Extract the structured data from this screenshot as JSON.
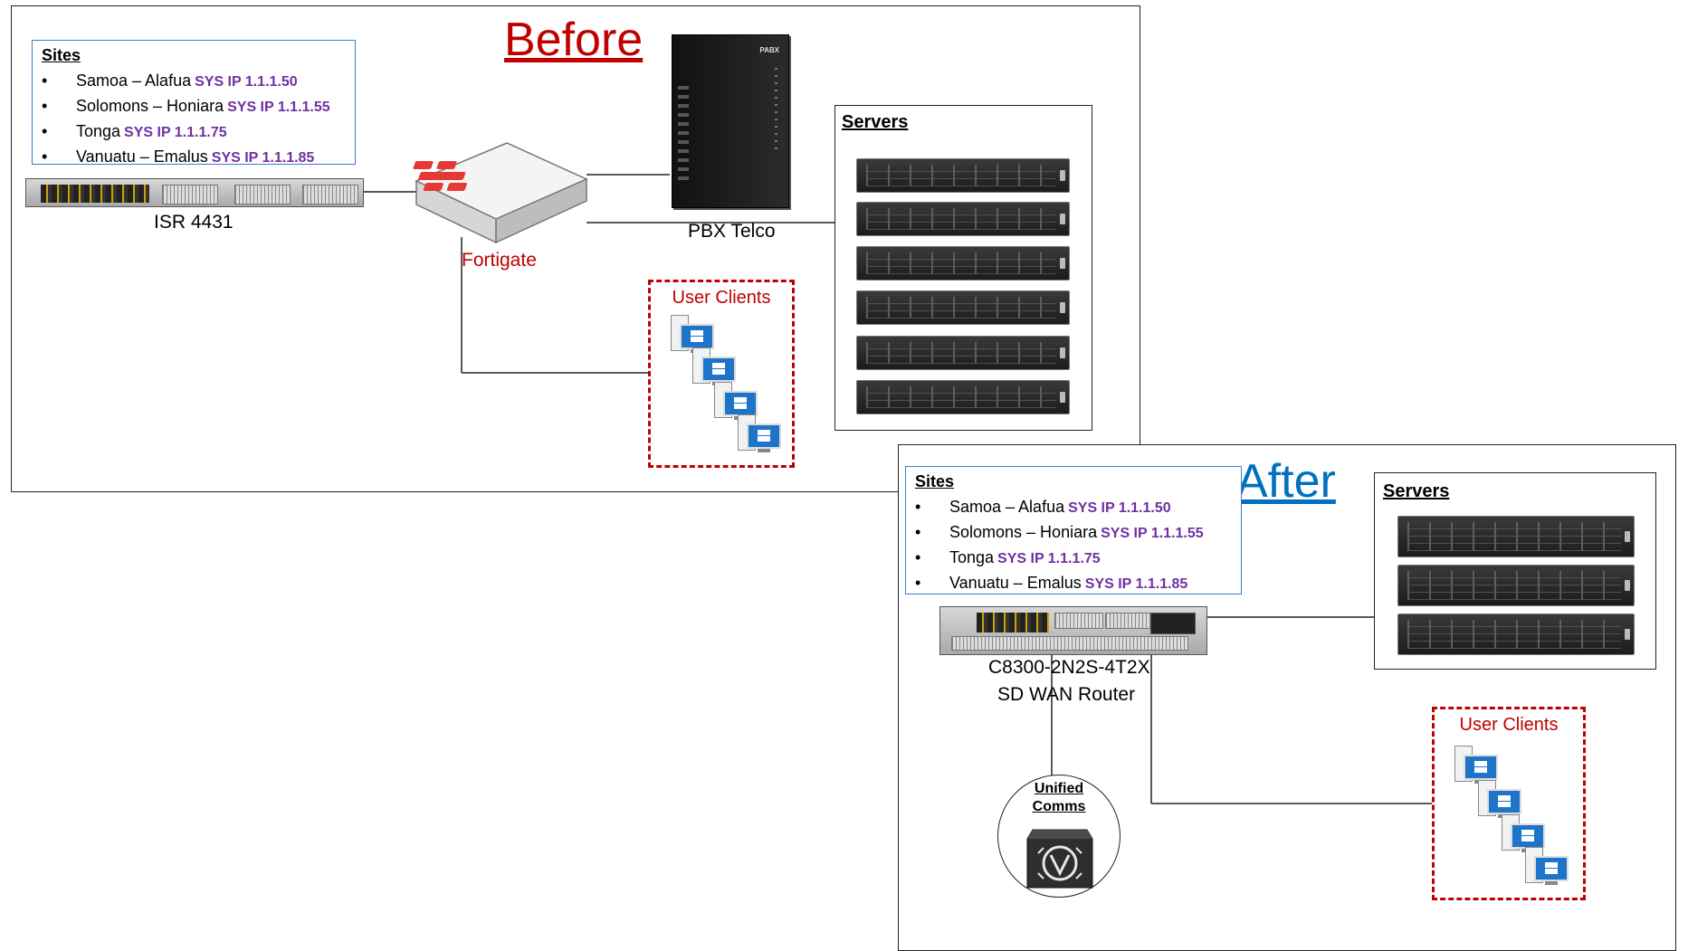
{
  "before": {
    "title": "Before",
    "sites": {
      "heading": "Sites",
      "items": [
        {
          "name": "Samoa – Alafua",
          "ip": "SYS IP 1.1.1.50"
        },
        {
          "name": "Solomons – Honiara",
          "ip": "SYS IP 1.1.1.55"
        },
        {
          "name": "Tonga",
          "ip": "SYS IP 1.1.1.75"
        },
        {
          "name": "Vanuatu – Emalus",
          "ip": "SYS IP 1.1.1.85"
        }
      ]
    },
    "router_label": "ISR 4431",
    "firewall_label": "Fortigate",
    "pbx_label": "PBX Telco",
    "pbx_badge": "PABX",
    "servers_title": "Servers",
    "clients_title": "User Clients"
  },
  "after": {
    "title": "After",
    "sites": {
      "heading": "Sites",
      "items": [
        {
          "name": "Samoa – Alafua",
          "ip": "SYS IP 1.1.1.50"
        },
        {
          "name": "Solomons – Honiara",
          "ip": "SYS IP 1.1.1.55"
        },
        {
          "name": "Tonga",
          "ip": "SYS IP 1.1.1.75"
        },
        {
          "name": "Vanuatu – Emalus",
          "ip": "SYS IP 1.1.1.85"
        }
      ]
    },
    "router_label_1": "C8300-2N2S-4T2X",
    "router_label_2": "SD WAN Router",
    "servers_title": "Servers",
    "clients_title": "User Clients",
    "uc_label_1": "Unified",
    "uc_label_2": "Comms"
  },
  "colors": {
    "before_title": "#c00000",
    "after_title": "#0070c0",
    "ip_text": "#7030a0",
    "clients_border": "#c00000",
    "sites_border": "#3a7dc9"
  }
}
